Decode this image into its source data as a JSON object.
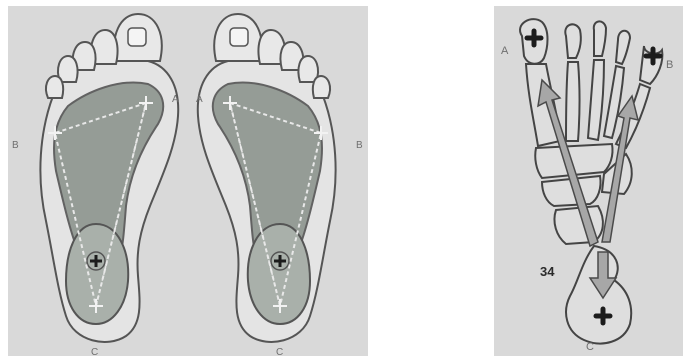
{
  "figure_left": {
    "point_labels": {
      "left_foot_toe": "A",
      "right_foot_toe": "A",
      "left_foot_side": "B",
      "right_foot_side": "B",
      "left_foot_heel": "C",
      "right_foot_heel": "C"
    }
  },
  "figure_right": {
    "point_labels": {
      "first_toe": "A",
      "fifth_toe": "B",
      "heel": "C"
    },
    "figure_number": "34"
  },
  "colors": {
    "background": "#d9d9d9",
    "outline": "#555555",
    "shaded_area": "#8d958e",
    "arrow_fill": "#a7a7a7",
    "cross": "#1c1c1c"
  }
}
